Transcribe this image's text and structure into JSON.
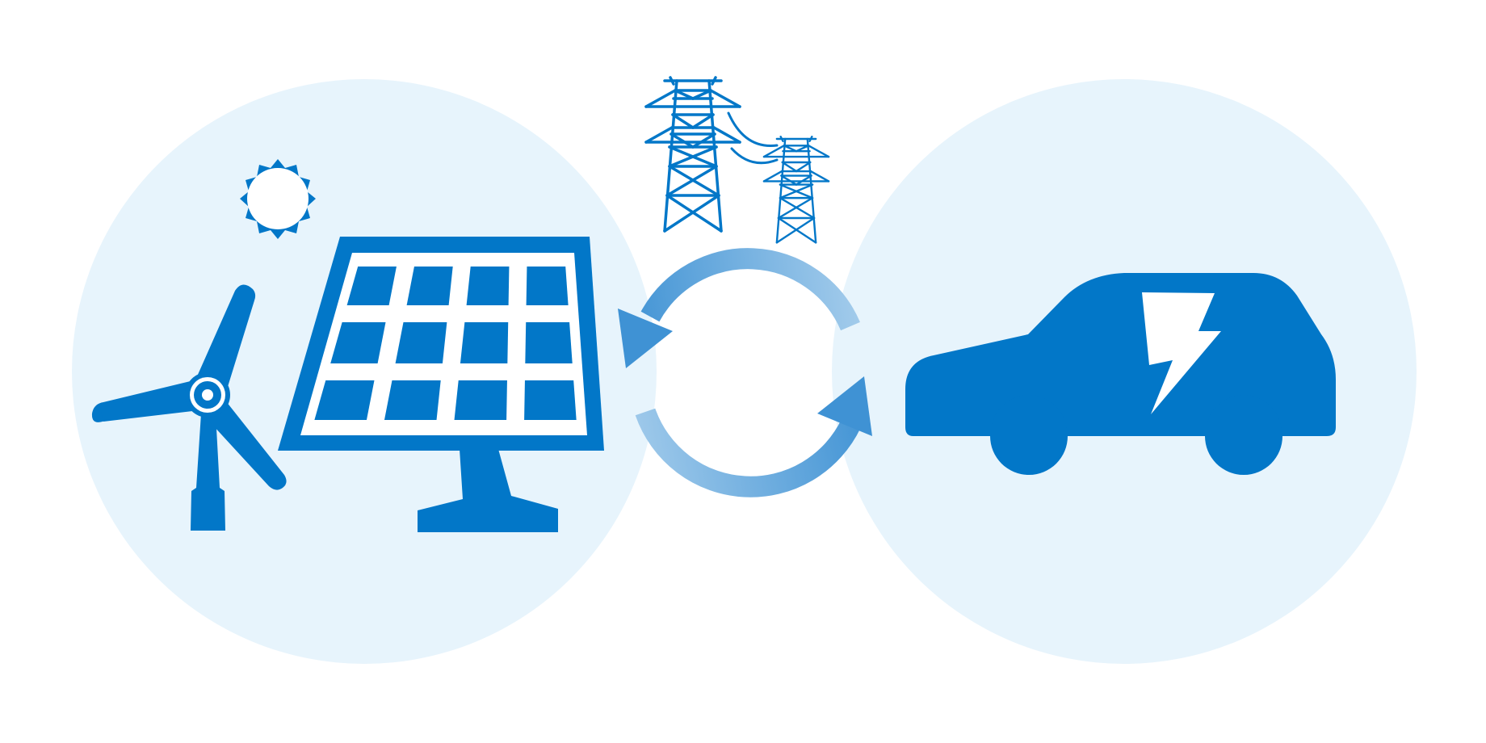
{
  "diagram": {
    "nodes": [
      {
        "id": "renewable-sources",
        "icons": [
          "sun-icon",
          "wind-turbine-icon",
          "solar-panel-icon"
        ]
      },
      {
        "id": "grid",
        "icons": [
          "power-tower-icon",
          "power-tower-small-icon"
        ]
      },
      {
        "id": "electric-vehicle",
        "icons": [
          "electric-car-icon",
          "lightning-bolt-icon"
        ]
      }
    ],
    "cycle": {
      "icon": "refresh-arrows-icon",
      "direction": "bidirectional"
    }
  },
  "colors": {
    "primary": "#0277c8",
    "circle_background": "#e7f4fc",
    "arrow_dark": "#3f92d4",
    "arrow_light": "#a2cbeb",
    "white": "#ffffff"
  }
}
